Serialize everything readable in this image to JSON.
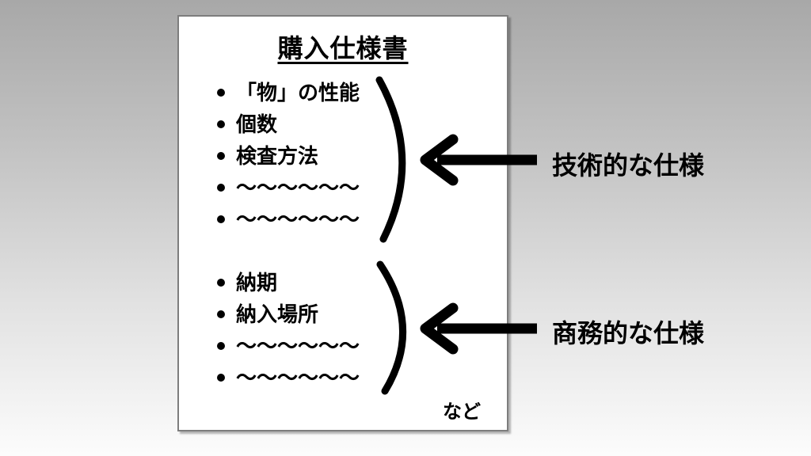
{
  "document": {
    "title": "購入仕様書",
    "technical_items": [
      "「物」の性能",
      "個数",
      "検査方法",
      "～～～～～～",
      "～～～～～～"
    ],
    "commercial_items": [
      "納期",
      "納入場所",
      "～～～～～～",
      "～～～～～～"
    ],
    "footer_note": "など"
  },
  "annotations": {
    "technical_label": "技術的な仕様",
    "commercial_label": "商務的な仕様"
  },
  "colors": {
    "background_top": "#a8a8a8",
    "background_bottom": "#fcfcfc",
    "document_background": "#ffffff",
    "document_border": "#7d7d7d",
    "ink": "#000000"
  }
}
